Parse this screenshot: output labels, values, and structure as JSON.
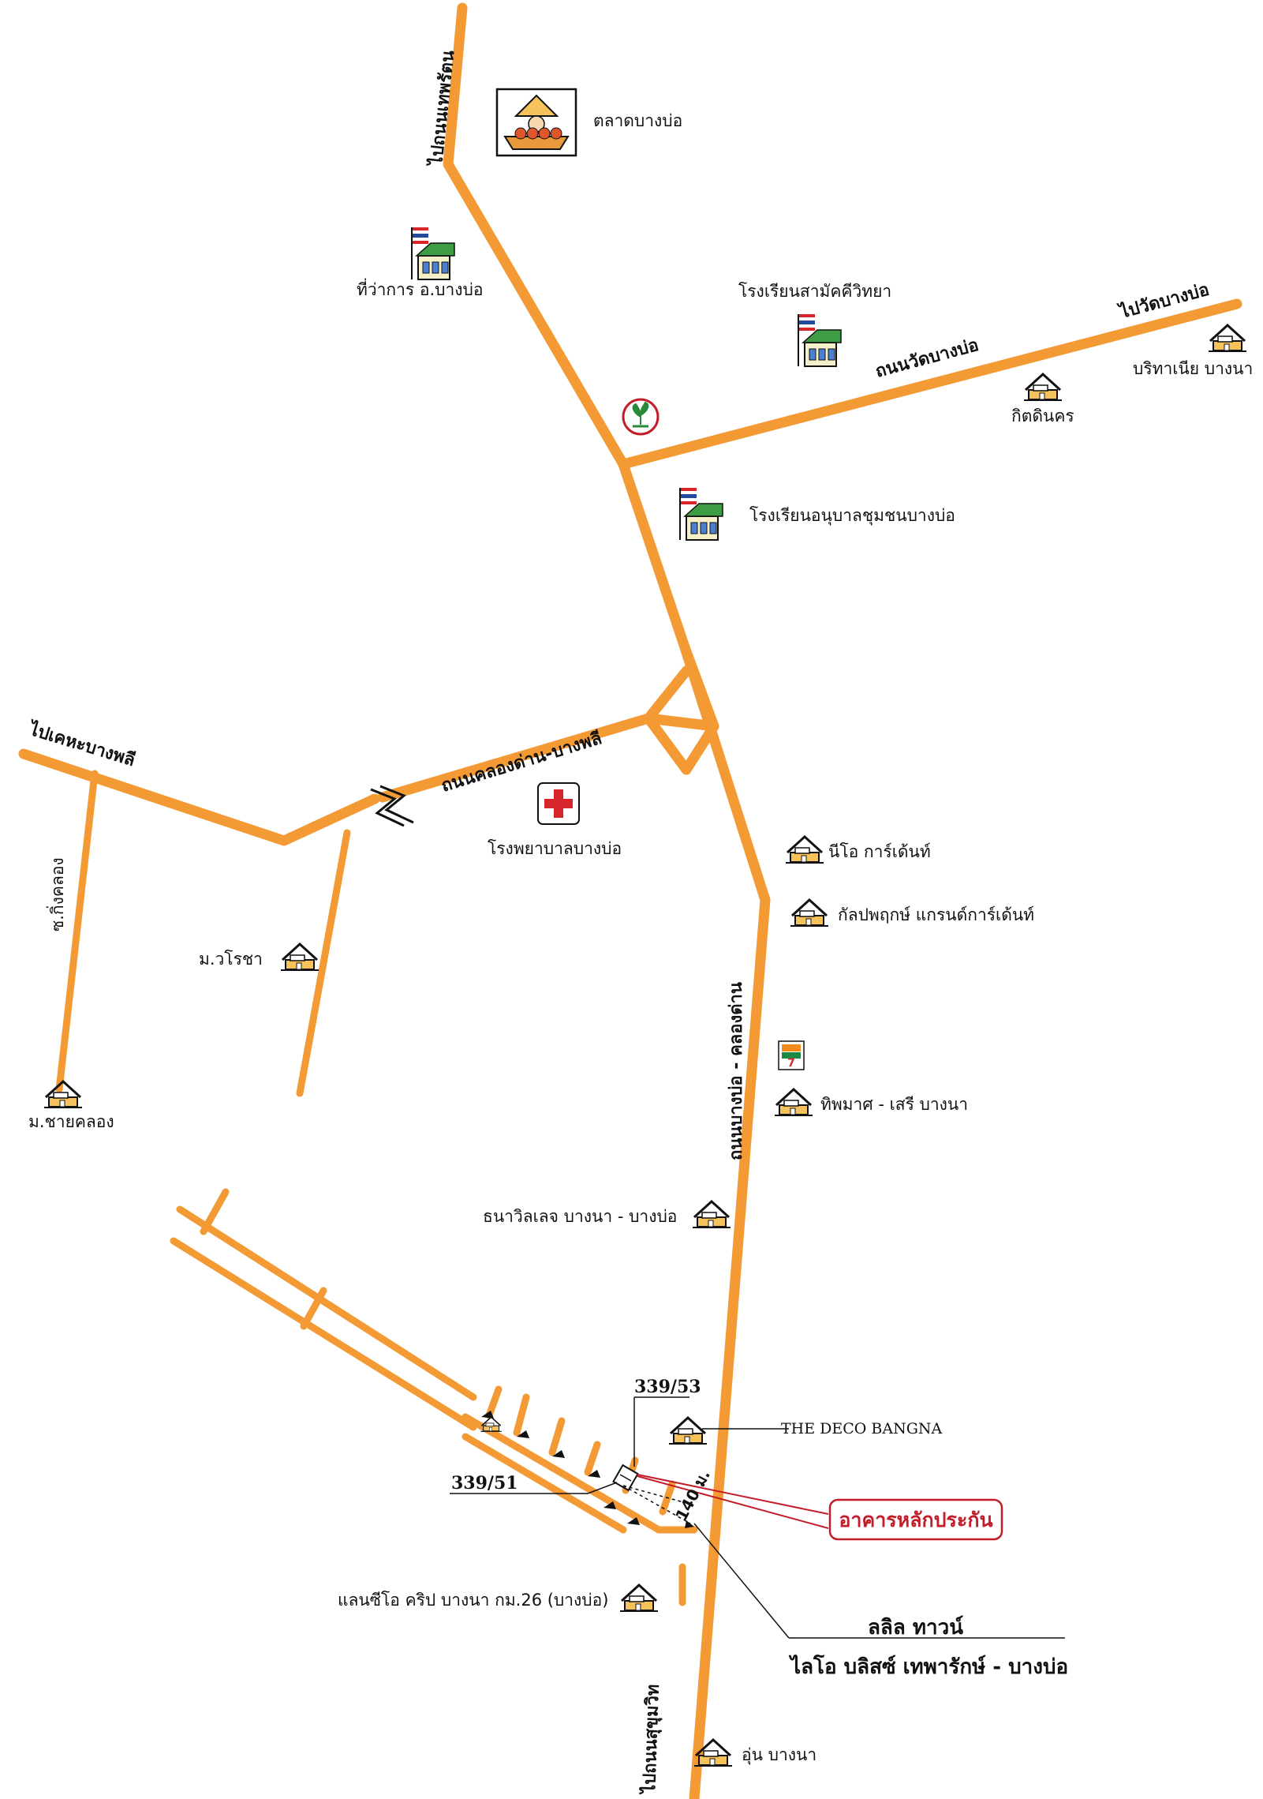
{
  "map": {
    "road_labels": {
      "to_thep_rat": "ไปถนนเทพรัตน",
      "bang_bo_temple_road": "ถนนวัดบางบ่อ",
      "to_bang_bo_temple": "ไปวัดบางบ่อ",
      "khlong_dan_bang_phli": "ถนนคลองด่าน-บางพลี",
      "to_bang_phli": "ไปเคหะบางพลี",
      "soi_king_khlong": "ซ.กิ่งคลอง",
      "bang_bo_khlong_dan": "ถนนบางบ่อ - คลองด่าน",
      "to_sukhumvit": "ไปถนนสุขุมวิท"
    },
    "places": {
      "market": "ตลาดบางบ่อ",
      "district_office": "ที่ว่าการ อ.บางบ่อ",
      "samakkhi_school": "โรงเรียนสามัคคีวิทยา",
      "boritanea": "บริทาเนีย บางนา",
      "kitdinkorn": "กิตดินคร",
      "kindergarten": "โรงเรียนอนุบาลชุมชนบางบ่อ",
      "hospital": "โรงพยาบาลบางบ่อ",
      "neo_garden": "นีโอ การ์เด้นท์",
      "kanlapaphruek": "กัลปพฤกษ์ แกรนด์การ์เด้นท์",
      "worachai": "ม.วโรชา",
      "chai_khlong": "ม.ชายคลอง",
      "thipmat": "ทิพมาศ - เสรี บางนา",
      "thana_village": "ธนาวิลเลจ บางนา - บางบ่อ",
      "deco_bangna": "THE DECO BANGNA",
      "lanceo": "แลนซีโอ คริป บางนา กม.26 (บางบ่อ)",
      "lalin": "ลลิล ทาวน์",
      "lio_bliss": "ไลโอ บลิสซ์ เทพารักษ์ - บางบ่อ",
      "un_bangna": "อุ่น บางนา"
    },
    "plots": {
      "top": "339/53",
      "left": "339/51"
    },
    "distance": "140 ม.",
    "collateral_label": "อาคารหลักประกัน"
  },
  "colors": {
    "road": "#f39a34",
    "callout": "#c21e2a",
    "hospital_cross": "#d6262b",
    "bank_green": "#2a8a3a",
    "seven_eleven_green": "#1c8a45",
    "seven_eleven_orange": "#f28a1c"
  },
  "icons": {
    "market": "market-vendor-icon",
    "government": "government-building-flag-icon",
    "school": "school-building-flag-icon",
    "housing": "housing-estate-icon",
    "hospital": "hospital-cross-icon",
    "bank": "kasikorn-bank-icon",
    "convenience_store": "seven-eleven-icon",
    "break_mark": "road-break-icon"
  }
}
